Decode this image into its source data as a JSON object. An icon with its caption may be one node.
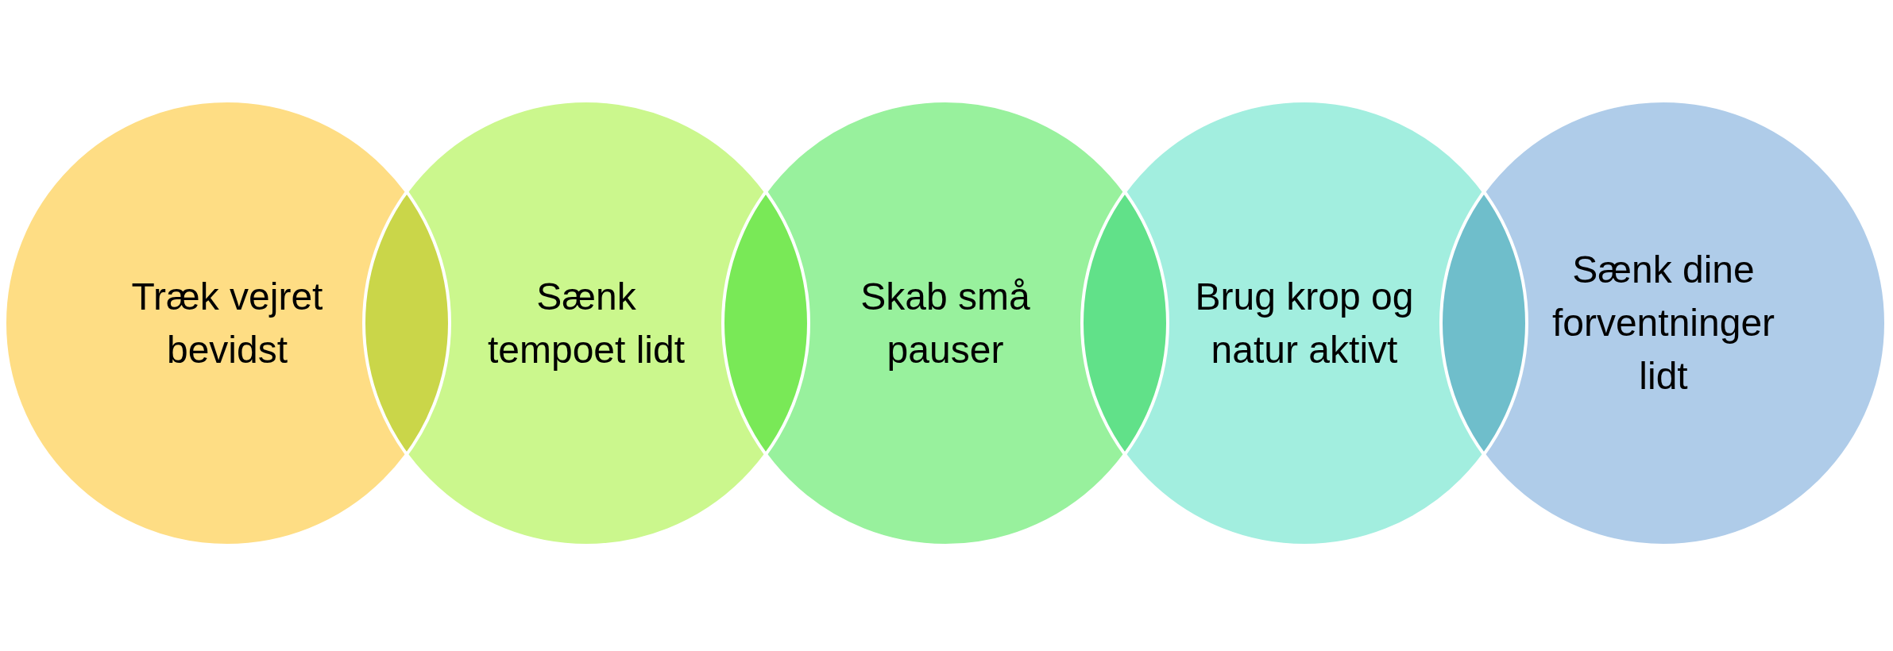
{
  "diagram": {
    "nodes": [
      {
        "text": [
          "Træk vejret bevidst"
        ]
      },
      {
        "text": [
          "Sænk tempoet lidt"
        ]
      },
      {
        "text": [
          "Skab små pauser"
        ]
      },
      {
        "text": [
          "Brug krop og natur aktivt"
        ]
      },
      {
        "text": [
          "Sænk dine forventninger lidt"
        ]
      }
    ]
  }
}
